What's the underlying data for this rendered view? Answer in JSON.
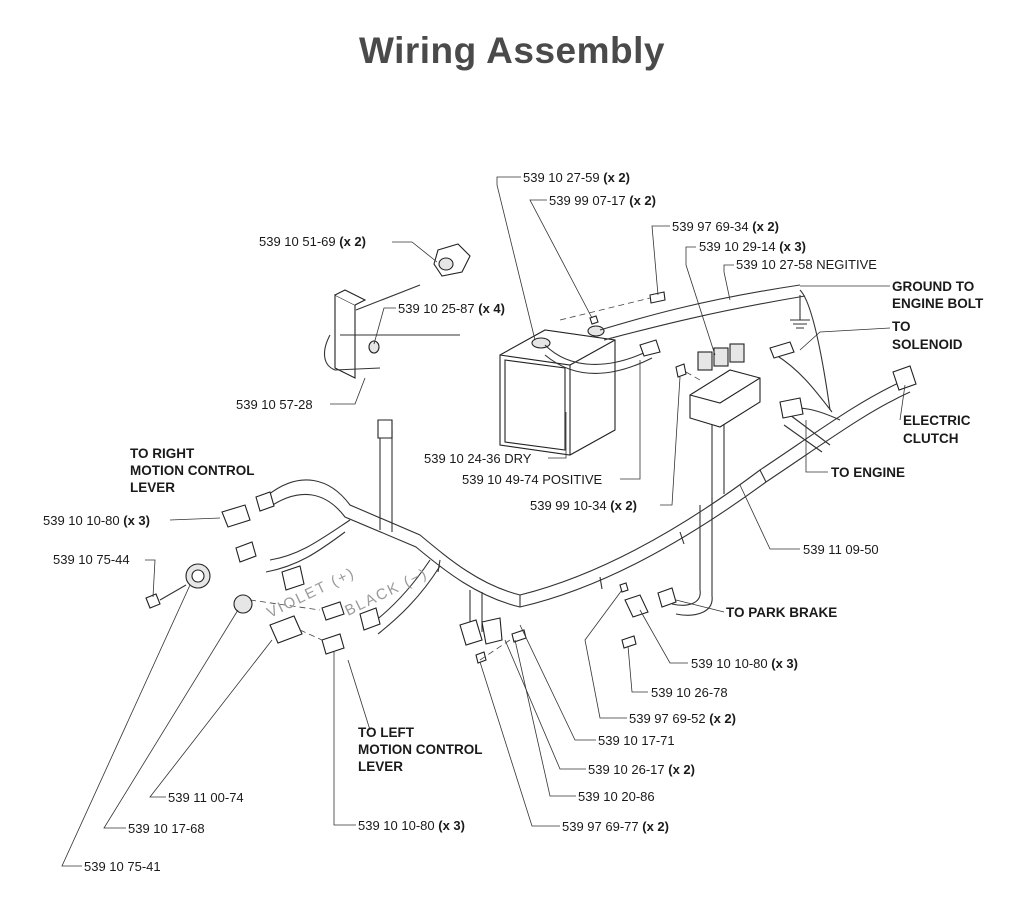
{
  "title": "Wiring Assembly",
  "destinations": [
    {
      "line1": "GROUND TO",
      "line2": "ENGINE BOLT"
    },
    {
      "line1": "TO",
      "line2": "SOLENOID"
    },
    {
      "line1": "ELECTRIC",
      "line2": "CLUTCH"
    },
    {
      "line1": "TO ENGINE"
    },
    {
      "line1": "TO RIGHT",
      "line2": "MOTION CONTROL",
      "line3": "LEVER"
    },
    {
      "line1": "TO PARK BRAKE"
    },
    {
      "line1": "TO LEFT",
      "line2": "MOTION CONTROL",
      "line3": "LEVER"
    }
  ],
  "wire_labels": [
    "VIOLET (+)",
    "BLACK (−)"
  ],
  "parts": [
    {
      "number": "539 10 27-59",
      "qty": "(x 2)"
    },
    {
      "number": "539 99 07-17",
      "qty": "(x 2)"
    },
    {
      "number": "539 97 69-34",
      "qty": "(x 2)"
    },
    {
      "number": "539 10 29-14",
      "qty": "(x 3)"
    },
    {
      "number": "539 10 27-58 NEGITIVE",
      "qty": ""
    },
    {
      "number": "539 10 51-69",
      "qty": "(x 2)"
    },
    {
      "number": "539 10 25-87",
      "qty": "(x 4)"
    },
    {
      "number": "539 10 57-28",
      "qty": ""
    },
    {
      "number": "539 10 24-36 DRY",
      "qty": ""
    },
    {
      "number": "539 10 49-74 POSITIVE",
      "qty": ""
    },
    {
      "number": "539 99 10-34",
      "qty": "(x 2)"
    },
    {
      "number": "539 11 09-50",
      "qty": ""
    },
    {
      "number": "539 10 10-80",
      "qty": "(x 3)"
    },
    {
      "number": "539 10 75-44",
      "qty": ""
    },
    {
      "number": "539 10 10-80",
      "qty": "(x 3)"
    },
    {
      "number": "539 10 26-78",
      "qty": ""
    },
    {
      "number": "539 97 69-52",
      "qty": "(x 2)"
    },
    {
      "number": "539 10 17-71",
      "qty": ""
    },
    {
      "number": "539 10 26-17",
      "qty": "(x 2)"
    },
    {
      "number": "539 10 20-86",
      "qty": ""
    },
    {
      "number": "539 97 69-77",
      "qty": "(x 2)"
    },
    {
      "number": "539 11 00-74",
      "qty": ""
    },
    {
      "number": "539 10 17-68",
      "qty": ""
    },
    {
      "number": "539 10 10-80",
      "qty": "(x 3)"
    },
    {
      "number": "539 10 75-41",
      "qty": ""
    }
  ]
}
